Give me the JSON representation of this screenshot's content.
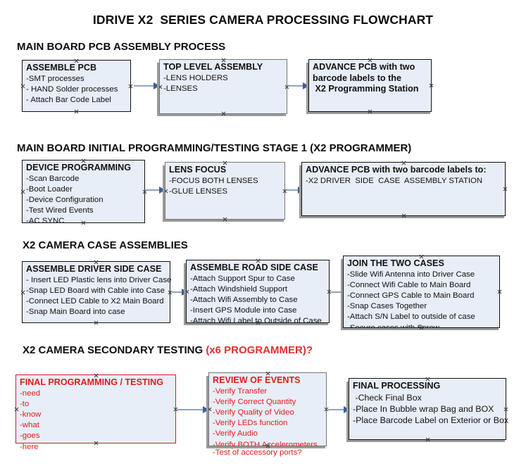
{
  "title": "IDRIVE X2  SERIES CAMERA PROCESSING FLOWCHART",
  "colors": {
    "box_fill": "#e8eef7",
    "box_border": "#111111",
    "box_border_gray": "#767676",
    "accent_red": "#e01b1b",
    "arrow_shaft": "#8ca4c0",
    "arrow_head": "#3b5f96"
  },
  "sections": [
    {
      "heading": "MAIN BOARD PCB ASSEMBLY PROCESS",
      "heading_accent": "",
      "nodes": [
        {
          "title": "ASSEMBLE PCB",
          "lines": [
            "-SMT processes",
            "- HAND Solder processes",
            "- Attach Bar Code Label"
          ]
        },
        {
          "title": "TOP LEVEL ASSEMBLY",
          "lines": [
            "-LENS HOLDERS",
            "-LENSES"
          ]
        },
        {
          "title": "ADVANCE PCB with two",
          "lines": [
            "barcode labels to the",
            " X2 Programming Station"
          ]
        }
      ]
    },
    {
      "heading": "MAIN BOARD INITIAL PROGRAMMING/TESTING STAGE 1 (X2 PROGRAMMER)",
      "heading_accent": "",
      "nodes": [
        {
          "title": "DEVICE PROGRAMMING",
          "lines": [
            "-Scan Barcode",
            "-Boot Loader",
            "-Device Configuration",
            "-Test Wired Events",
            "-AC SYNC"
          ]
        },
        {
          "title": "LENS FOCUS",
          "lines": [
            "-FOCUS BOTH LENSES",
            "-GLUE LENSES"
          ]
        },
        {
          "title": "ADVANCE PCB with two barcode labels to:",
          "lines": [
            "-X2 DRIVER  SIDE  CASE  ASSEMBLY STATION"
          ]
        }
      ]
    },
    {
      "heading": "X2 CAMERA CASE ASSEMBLIES",
      "heading_accent": "",
      "nodes": [
        {
          "title": "ASSEMBLE DRIVER SIDE CASE",
          "lines": [
            "- Insert LED Plastic lens into Driver Case",
            "-Snap LED Board with Cable into Case",
            "-Connect LED Cable to X2 Main Board",
            "-Snap Main Board into case"
          ]
        },
        {
          "title": "ASSEMBLE ROAD SIDE CASE",
          "lines": [
            "-Attach Support Spur to Case",
            "-Attach Windshield Support",
            "-Attach Wifi Assembly to Case",
            "-Insert GPS Module into Case",
            "-Attach Wifi Label to Outside of Case"
          ]
        },
        {
          "title": "JOIN THE TWO CASES",
          "lines": [
            "-Slide Wifi Antenna into Driver Case",
            "-Connect Wifi Cable to Main Board",
            "-Connect GPS Cable to Main Board",
            "-Snap Cases Together",
            "-Attach S/N Label to outside of case",
            "-Secure cases with Screw"
          ]
        }
      ]
    },
    {
      "heading": "X2 CAMERA SECONDARY TESTING ",
      "heading_accent": "(x6 PROGRAMMER)?",
      "nodes": [
        {
          "title": "FINAL PROGRAMMING / TESTING",
          "lines": [
            "-need",
            "-to",
            "-know",
            "-what",
            "-goes",
            "-here"
          ]
        },
        {
          "title": "REVIEW OF EVENTS",
          "lines": [
            "-Verify Transfer",
            "-Verify Correct Quantity",
            "-Verify Quality of Video",
            "-Verify LEDs function",
            "-Verify Audio",
            "-Verify BOTH Accelerometers"
          ],
          "overflow_line": "-Test of accessory ports?"
        },
        {
          "title": "FINAL PROCESSING",
          "lines": [
            " -Check Final Box",
            "-Place In Bubble wrap Bag and BOX",
            "-Place Barcode Label on Exterior or Box"
          ]
        }
      ]
    }
  ]
}
